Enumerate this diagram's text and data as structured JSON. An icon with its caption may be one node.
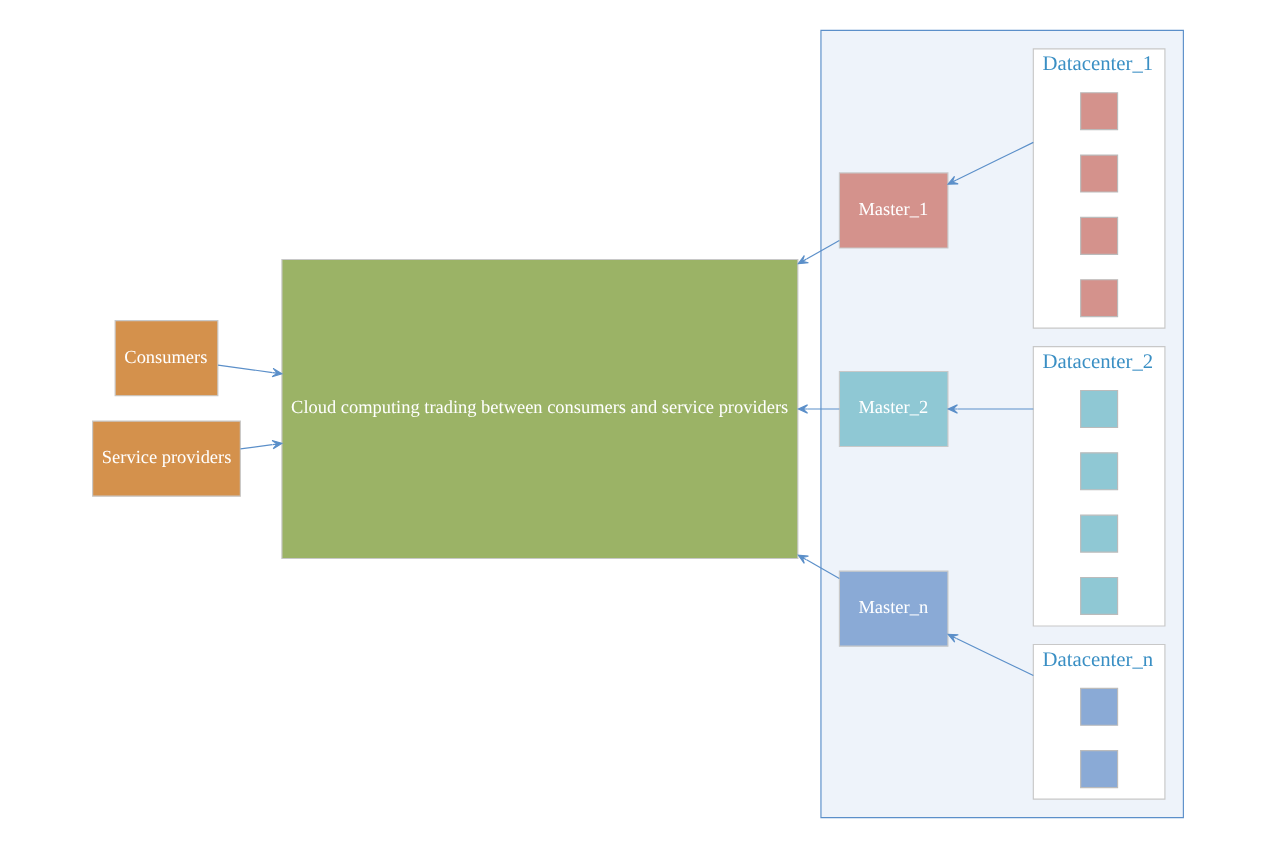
{
  "diagram": {
    "nodes": [
      {
        "text": [
          "Consumers"
        ]
      },
      {
        "text": [
          "Service providers"
        ]
      },
      {
        "text": [
          "Cloud computing trading between consumers and service providers"
        ]
      },
      {
        "text": [],
        "shape": "box"
      },
      {
        "text": [
          "Master_1"
        ],
        "in": 3
      },
      {
        "text": [
          "Datacenter_1"
        ],
        "in": 3
      },
      {
        "text": [],
        "shape": "box",
        "in": 5
      },
      {
        "text": [],
        "shape": "box",
        "in": 5
      },
      {
        "text": [],
        "shape": "box",
        "in": 5
      },
      {
        "text": [],
        "shape": "box",
        "in": 5
      },
      {
        "text": [
          "Master_2"
        ],
        "in": 3
      },
      {
        "text": [
          "Datacenter_2"
        ],
        "in": 3
      },
      {
        "text": [],
        "shape": "box",
        "in": 11
      },
      {
        "text": [],
        "shape": "box",
        "in": 11
      },
      {
        "text": [],
        "shape": "box",
        "in": 11
      },
      {
        "text": [],
        "shape": "box",
        "in": 11
      },
      {
        "text": [
          "Master_n"
        ],
        "in": 3
      },
      {
        "text": [
          "Datacenter_n"
        ],
        "in": 3
      },
      {
        "text": [],
        "shape": "box",
        "in": 17
      },
      {
        "text": [],
        "shape": "box",
        "in": 17
      }
    ],
    "edges": [
      {
        "from": 0,
        "to": 2,
        "arrow": "to"
      },
      {
        "from": 1,
        "to": 2,
        "arrow": "to"
      },
      {
        "from": 4,
        "to": 2,
        "arrow": "to"
      },
      {
        "from": 10,
        "to": 2,
        "arrow": "to"
      },
      {
        "from": 16,
        "to": 2,
        "arrow": "to"
      },
      {
        "from": 5,
        "to": 4,
        "arrow": "to"
      },
      {
        "from": 11,
        "to": 10,
        "arrow": "to"
      },
      {
        "from": 17,
        "to": 16,
        "arrow": "to"
      }
    ]
  }
}
